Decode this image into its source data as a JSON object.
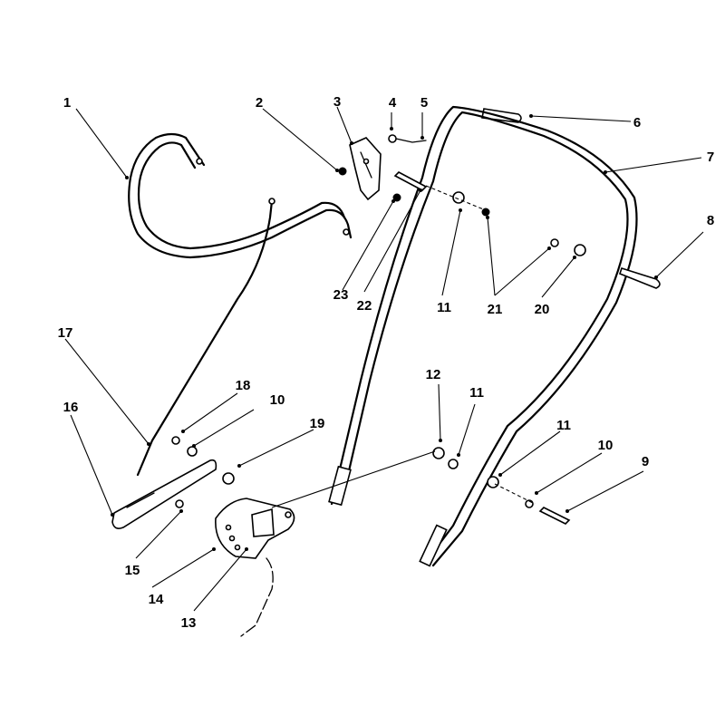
{
  "callouts": {
    "c1": "1",
    "c2": "2",
    "c3": "3",
    "c4": "4",
    "c5": "5",
    "c6": "6",
    "c7": "7",
    "c8": "8",
    "c9": "9",
    "c10a": "10",
    "c10b": "10",
    "c11a": "11",
    "c11b": "11",
    "c11c": "11",
    "c12": "12",
    "c13": "13",
    "c14": "14",
    "c15": "15",
    "c16": "16",
    "c17": "17",
    "c18": "18",
    "c19": "19",
    "c20": "20",
    "c21": "21",
    "c22": "22",
    "c23": "23"
  }
}
